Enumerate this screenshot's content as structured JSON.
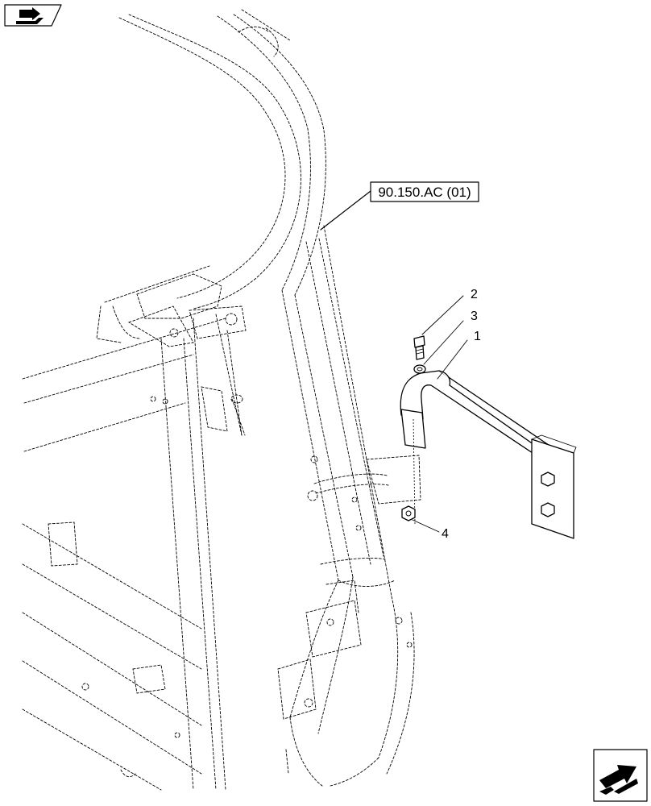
{
  "diagram": {
    "reference_label": "90.150.AC (01)",
    "callouts": [
      {
        "id": "1",
        "text": "1"
      },
      {
        "id": "2",
        "text": "2"
      },
      {
        "id": "3",
        "text": "3"
      },
      {
        "id": "4",
        "text": "4"
      }
    ],
    "icons": {
      "top_left": "book-arrow-icon",
      "bottom_right": "next-page-arrow-icon"
    }
  }
}
